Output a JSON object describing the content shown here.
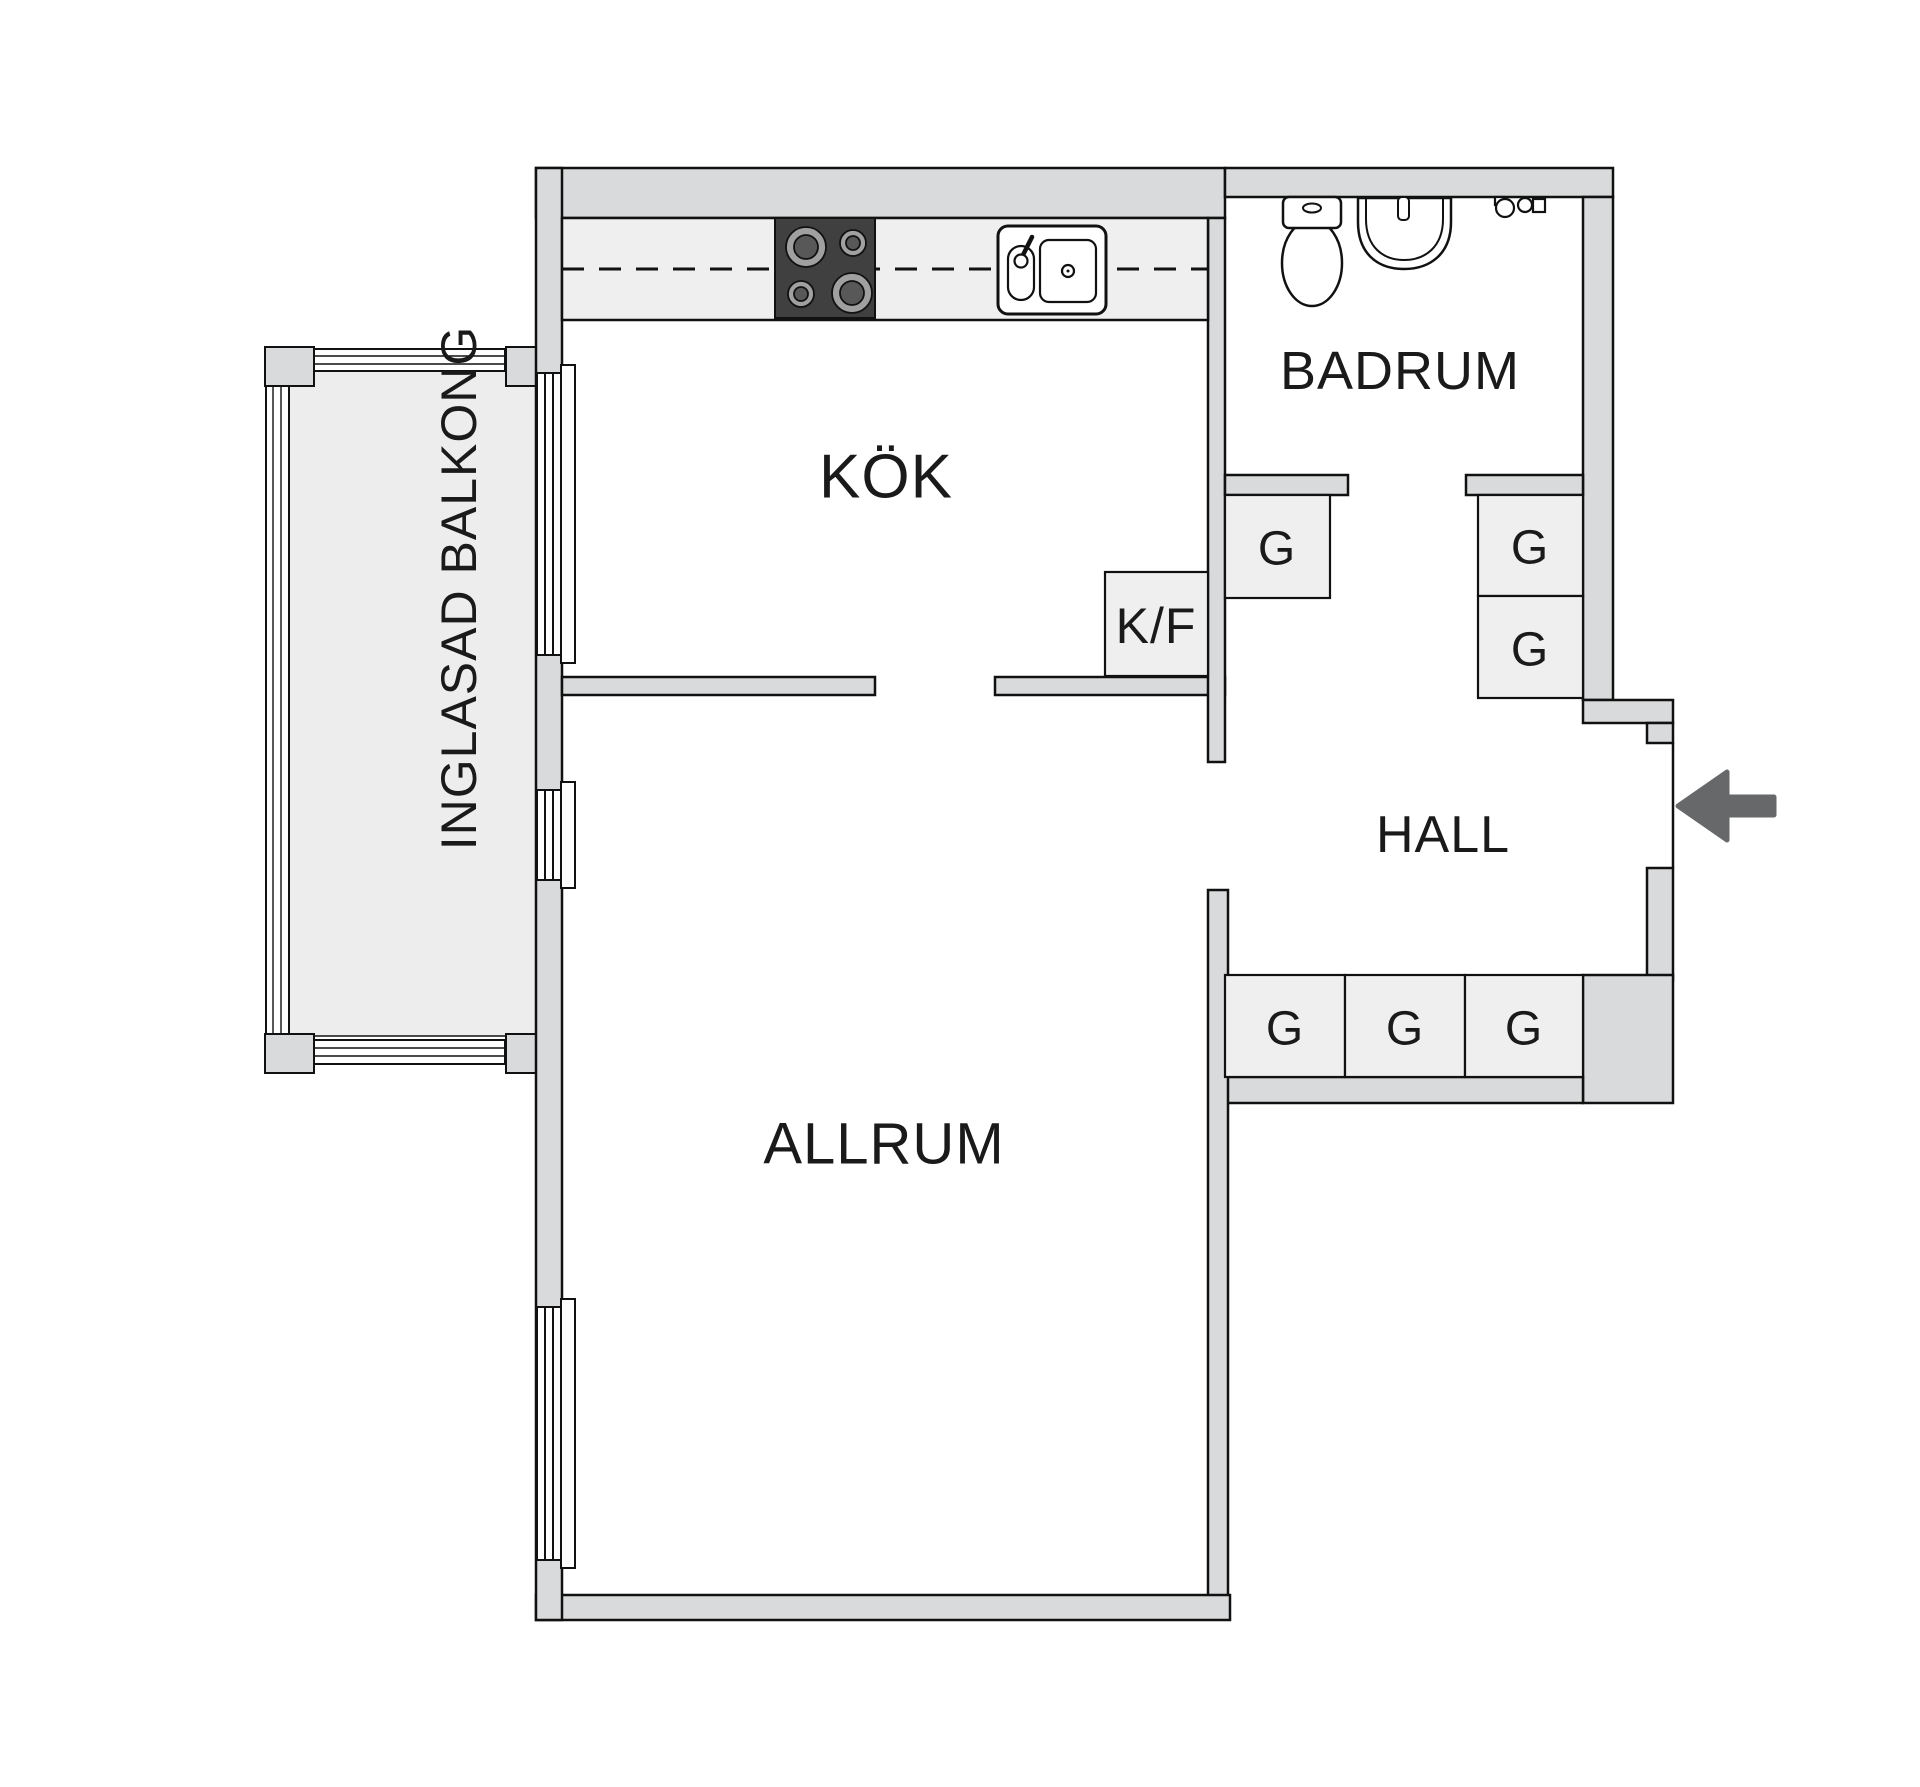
{
  "meta": {
    "type": "floor-plan",
    "language": "sv"
  },
  "rooms": {
    "kitchen": {
      "label": "KÖK"
    },
    "bathroom": {
      "label": "BADRUM"
    },
    "hall": {
      "label": "HALL"
    },
    "living_room": {
      "label": "ALLRUM"
    },
    "balcony": {
      "label": "INGLASAD BALKONG"
    }
  },
  "storage": {
    "wardrobe_label": "G",
    "wardrobe_count": 6,
    "fridge_freezer_label": "K/F"
  },
  "entrance": {
    "arrow_direction": "left"
  },
  "colors": {
    "background": "#ffffff",
    "wall": "#d9dadb",
    "room_floor": "#ffffff",
    "balcony_floor": "#ededed",
    "cabinet_fill": "#efefef",
    "stove": "#404040",
    "burner_outer": "#a0a0a0",
    "burner_inner": "#585858",
    "outline": "#111111",
    "arrow": "#66686a"
  }
}
